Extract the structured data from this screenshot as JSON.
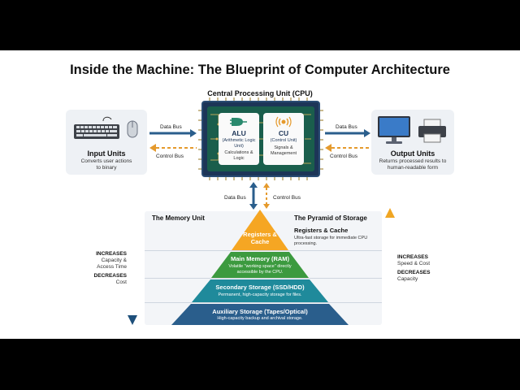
{
  "title": "Inside the Machine: The Blueprint of Computer Architecture",
  "cpu": {
    "title": "Central Processing Unit (CPU)",
    "alu": {
      "title": "ALU",
      "subtitle": "(Arithmetic Logic Unit)",
      "desc": "Calculations & Logic"
    },
    "cu": {
      "title": "CU",
      "subtitle": "(Control Unit)",
      "desc": "Signals & Management"
    }
  },
  "input_units": {
    "title": "Input Units",
    "desc": "Converts user actions to binary"
  },
  "output_units": {
    "title": "Output Units",
    "desc": "Returns processed results to human-readable form"
  },
  "buses": {
    "left_data": "Data Bus",
    "left_control": "Control Bus",
    "right_data": "Data Bus",
    "right_control": "Control Bus",
    "bottom_data": "Data Bus",
    "bottom_control": "Control Bus"
  },
  "memory": {
    "title": "The Memory Unit",
    "pyramid_title": "The Pyramid of Storage",
    "tiers": [
      {
        "title": "Registers & Cache",
        "desc": "Ultra-fast storage for immediate CPU processing.",
        "color": "#f5a623"
      },
      {
        "title": "Main Memory (RAM)",
        "desc": "Volatile \"working space\" directly accessible by the CPU.",
        "color": "#3c9a3f"
      },
      {
        "title": "Secondary Storage (SSD/HDD)",
        "desc": "Permanent, high-capacity storage for files.",
        "color": "#1f8a9b"
      },
      {
        "title": "Auxiliary Storage (Tapes/Optical)",
        "desc": "High-capacity backup and archival storage.",
        "color": "#2a5e8c"
      }
    ],
    "left_note": {
      "increases": "INCREASES",
      "increases_items": "Capacity & Access Time",
      "decreases": "DECREASES",
      "decreases_items": "Cost"
    },
    "right_note": {
      "increases": "INCREASES",
      "increases_items": "Speed & Cost",
      "decreases": "DECREASES",
      "decreases_items": "Capacity"
    }
  },
  "colors": {
    "blue_arrow": "#2a5e8c",
    "orange_arrow": "#e59a2d",
    "cpu_board": "#1a5e4c"
  }
}
